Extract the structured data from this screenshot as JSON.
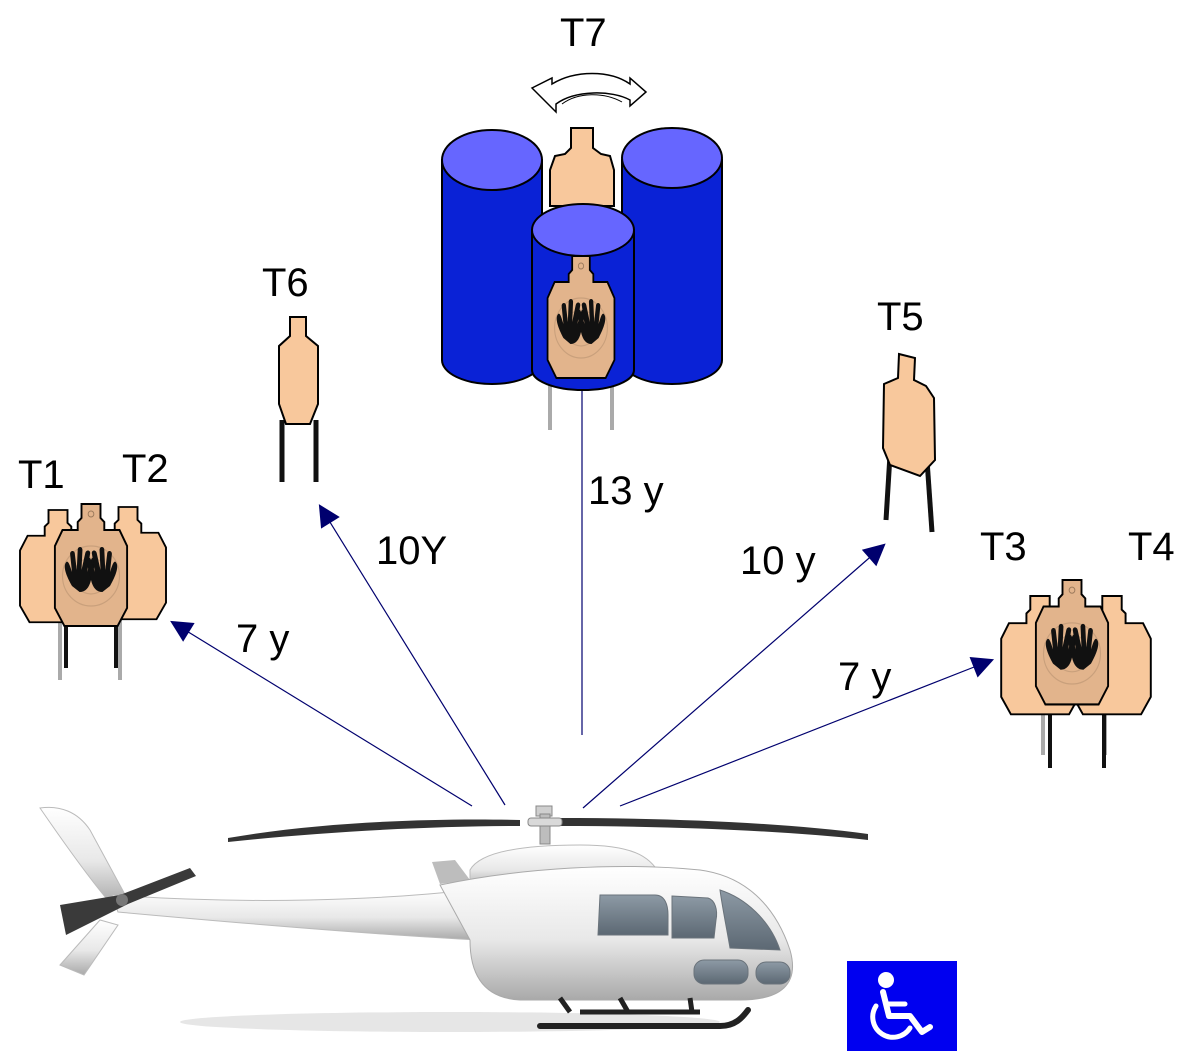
{
  "targets": {
    "t1": "T1",
    "t2": "T2",
    "t3": "T3",
    "t4": "T4",
    "t5": "T5",
    "t6": "T6",
    "t7": "T7"
  },
  "distances": {
    "left_pair": "7 y",
    "t6": "10Y",
    "t7": "13 y",
    "t5": "10 y",
    "right_pair": "7 y"
  },
  "icons": {
    "accessibility": "wheelchair-icon",
    "vehicle": "helicopter-icon",
    "rotation": "rotate-arrow-icon",
    "no_shoot": "hands-icon"
  },
  "colors": {
    "target_tan": "#f8c89c",
    "no_shoot_tan": "#e2b48c",
    "barrel_blue": "#0a22d6",
    "barrel_top": "#6666ff",
    "line_navy": "#00006e",
    "accessibility_blue": "#0000f0"
  }
}
